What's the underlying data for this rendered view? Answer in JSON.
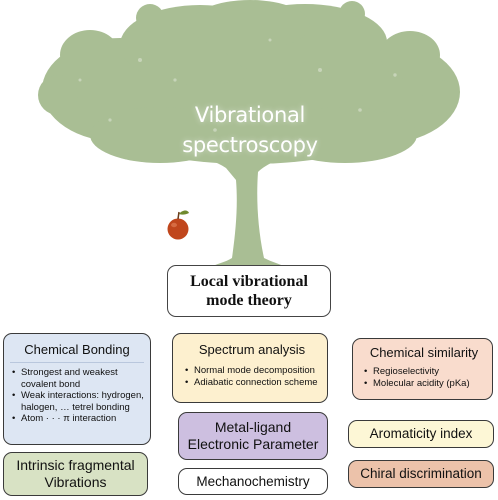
{
  "title_lines": [
    "Vibrational",
    "spectroscopy"
  ],
  "center": {
    "lines": [
      "Local vibrational",
      "mode theory"
    ]
  },
  "boxes": {
    "chemical_bonding": {
      "title": "Chemical Bonding",
      "items": [
        "Strongest and weakest covalent  bond",
        "Weak interactions: hydrogen, halogen, … tetrel bonding",
        "Atom · · · π interaction"
      ]
    },
    "spectrum_analysis": {
      "title": "Spectrum analysis",
      "items": [
        "Normal mode decomposition",
        "Adiabatic connection scheme"
      ]
    },
    "chemical_similarity": {
      "title": "Chemical similarity",
      "items": [
        "Regioselectivity",
        "Molecular acidity (pKa)"
      ]
    },
    "metal_ligand": {
      "lines": [
        "Metal-ligand",
        "Electronic Parameter"
      ]
    },
    "aromaticity": {
      "title": "Aromaticity index"
    },
    "intrinsic": {
      "lines": [
        "Intrinsic fragmental",
        "Vibrations"
      ]
    },
    "mechanochemistry": {
      "title": "Mechanochemistry"
    },
    "chiral": {
      "title": "Chiral discrimination"
    }
  },
  "colors": {
    "tree": "#a9be94",
    "apple": "#c0461c",
    "chemical_bonding": "#dde6f3",
    "spectrum_analysis": "#fdf0cf",
    "chemical_similarity": "#f9dccd",
    "metal_ligand": "#cdbfe0",
    "aromaticity": "#fdf7d6",
    "intrinsic": "#d8e2c4",
    "mechanochemistry": "#ffffff",
    "chiral": "#ecc2aa"
  },
  "icons": [
    "tree-illustration",
    "apple-icon"
  ]
}
